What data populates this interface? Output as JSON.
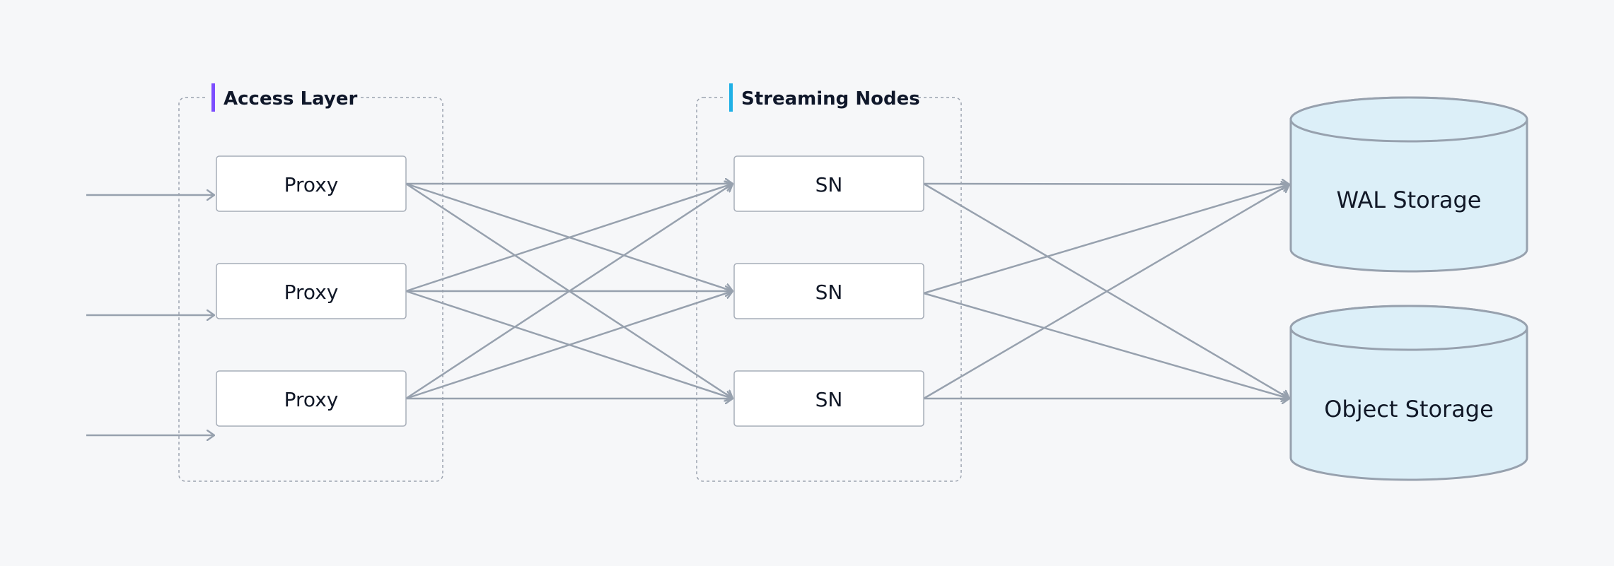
{
  "colors": {
    "background": "#f6f7f9",
    "edge": "#97a1ae",
    "access_accent": "#7c4dff",
    "streaming_accent": "#1fb0e6",
    "storage_fill": "#dcefF8"
  },
  "groups": {
    "access": {
      "title": "Access Layer"
    },
    "streaming": {
      "title": "Streaming Nodes"
    }
  },
  "proxies": [
    {
      "label": "Proxy"
    },
    {
      "label": "Proxy"
    },
    {
      "label": "Proxy"
    }
  ],
  "stream_nodes": [
    {
      "label": "SN"
    },
    {
      "label": "SN"
    },
    {
      "label": "SN"
    }
  ],
  "storage": {
    "wal": {
      "label": "WAL Storage"
    },
    "object": {
      "label": "Object Storage"
    }
  },
  "connections": {
    "client_inputs": 3,
    "proxy_to_sn": "all-to-all",
    "sn_to_storage": "all-to-all"
  }
}
